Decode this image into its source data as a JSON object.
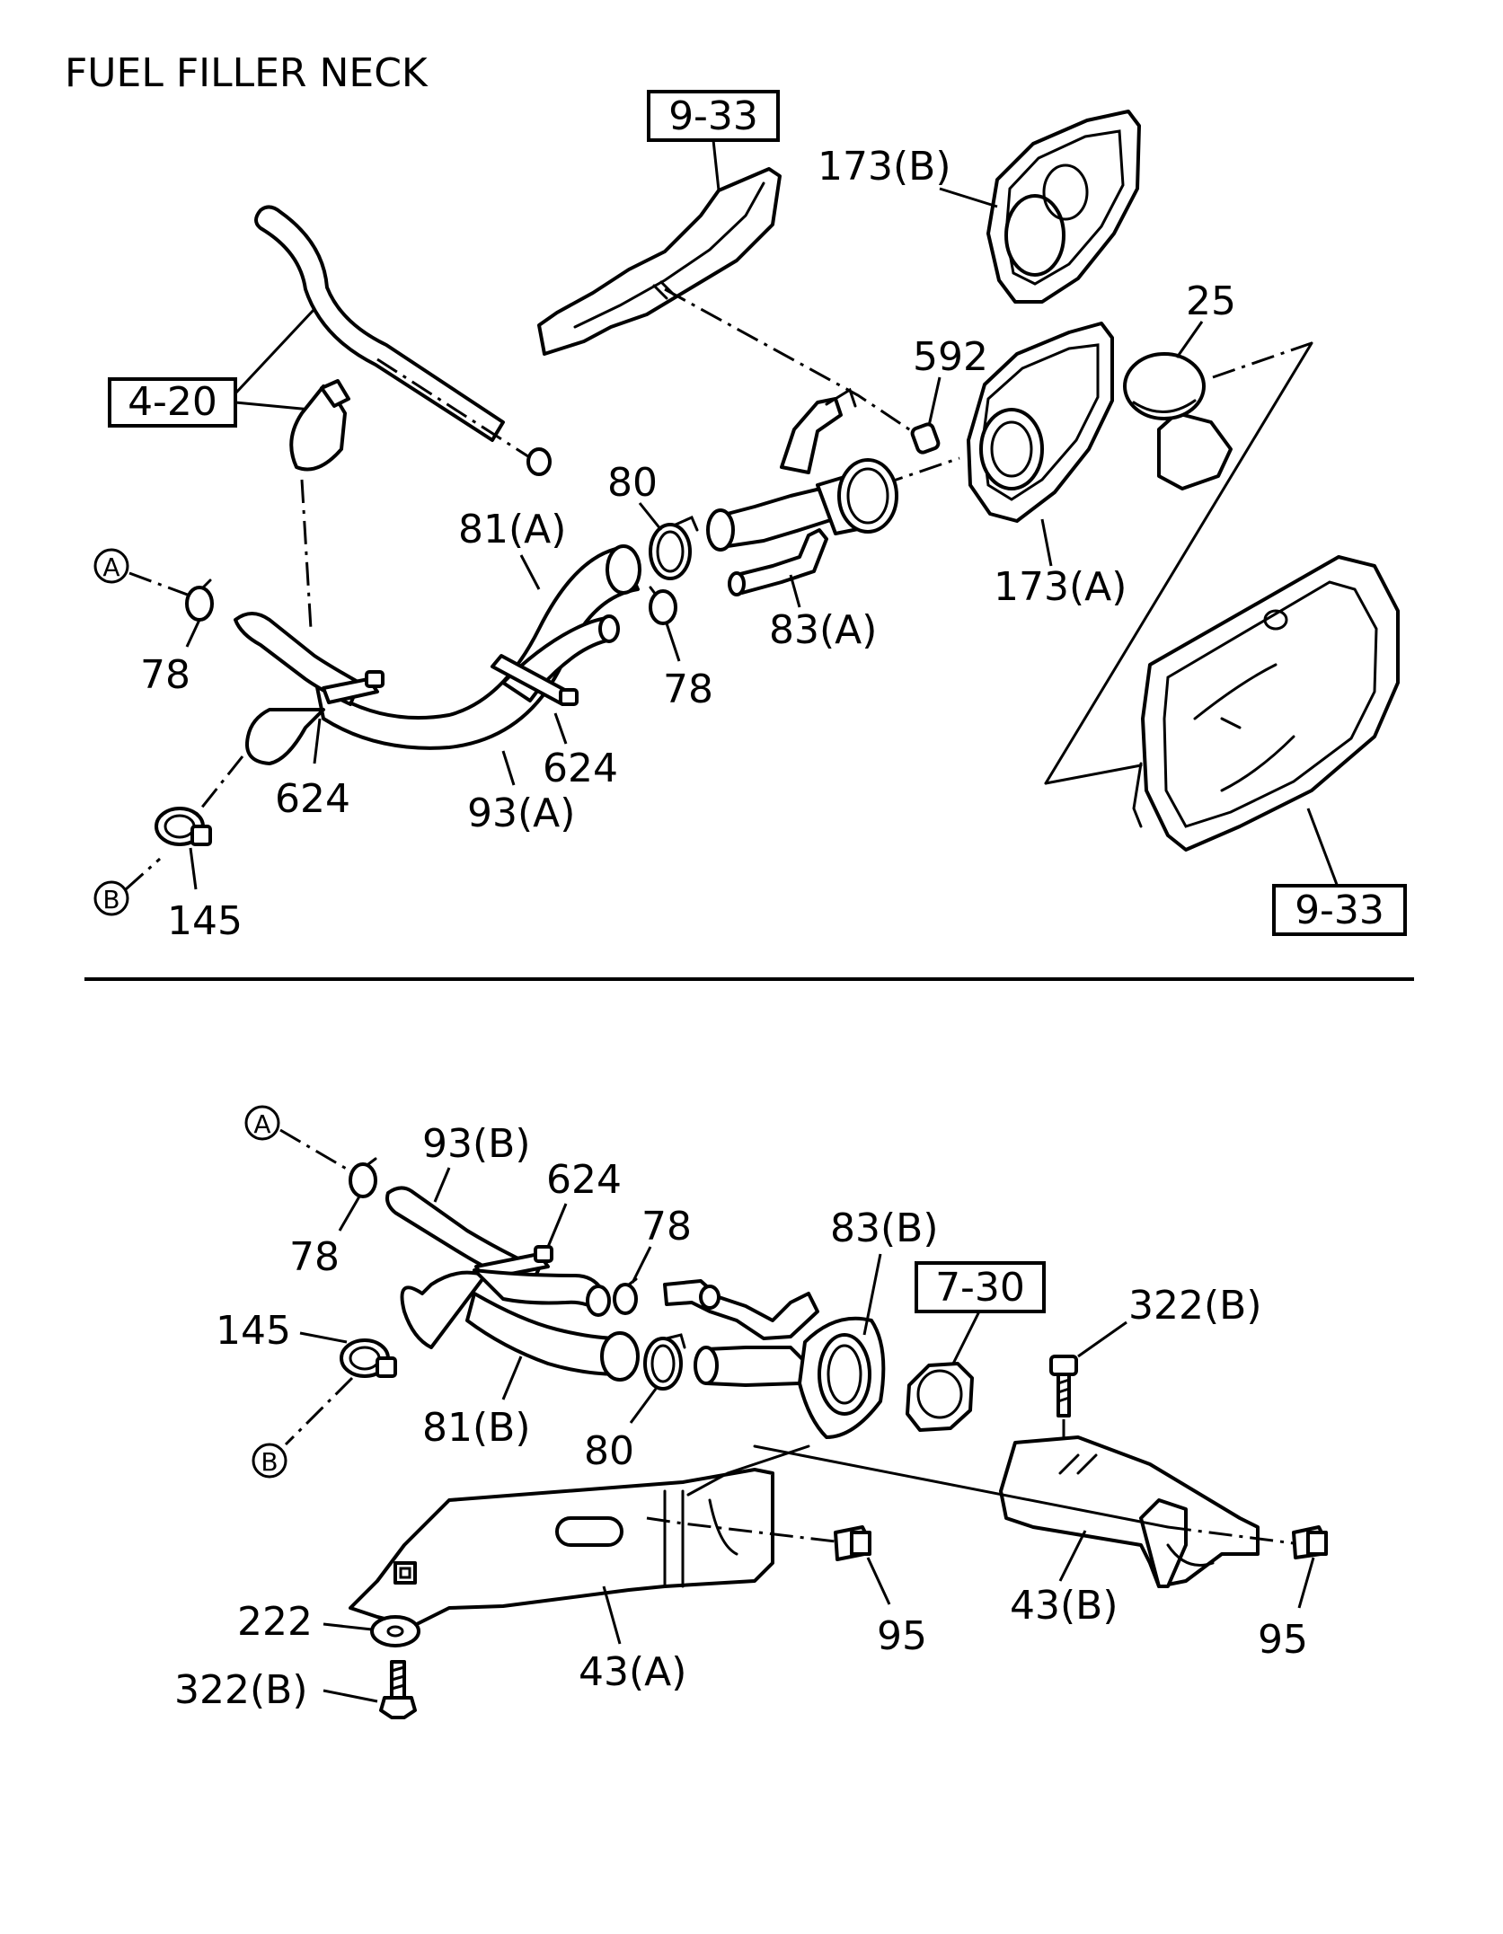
{
  "title": "FUEL FILLER NECK",
  "upper_labels": {
    "ref_9_33_top": "9-33",
    "ref_4_20": "4-20",
    "ref_9_33_bottom": "9-33",
    "p173b": "173(B)",
    "p25": "25",
    "p592": "592",
    "p80": "80",
    "p81a": "81(A)",
    "p173a": "173(A)",
    "p83a": "83(A)",
    "p78_left": "78",
    "p78_mid": "78",
    "p624_right": "624",
    "p624_left": "624",
    "p93a": "93(A)",
    "p145": "145",
    "circle_a": "A",
    "circle_b": "B"
  },
  "lower_labels": {
    "circle_a": "A",
    "circle_b": "B",
    "p93b": "93(B)",
    "p624": "624",
    "p78_left": "78",
    "p78_right": "78",
    "p83b": "83(B)",
    "ref_7_30": "7-30",
    "p322b_top": "322(B)",
    "p145": "145",
    "p81b": "81(B)",
    "p80": "80",
    "p222": "222",
    "p322b_bottom": "322(B)",
    "p43a": "43(A)",
    "p95_left": "95",
    "p43b": "43(B)",
    "p95_right": "95"
  }
}
